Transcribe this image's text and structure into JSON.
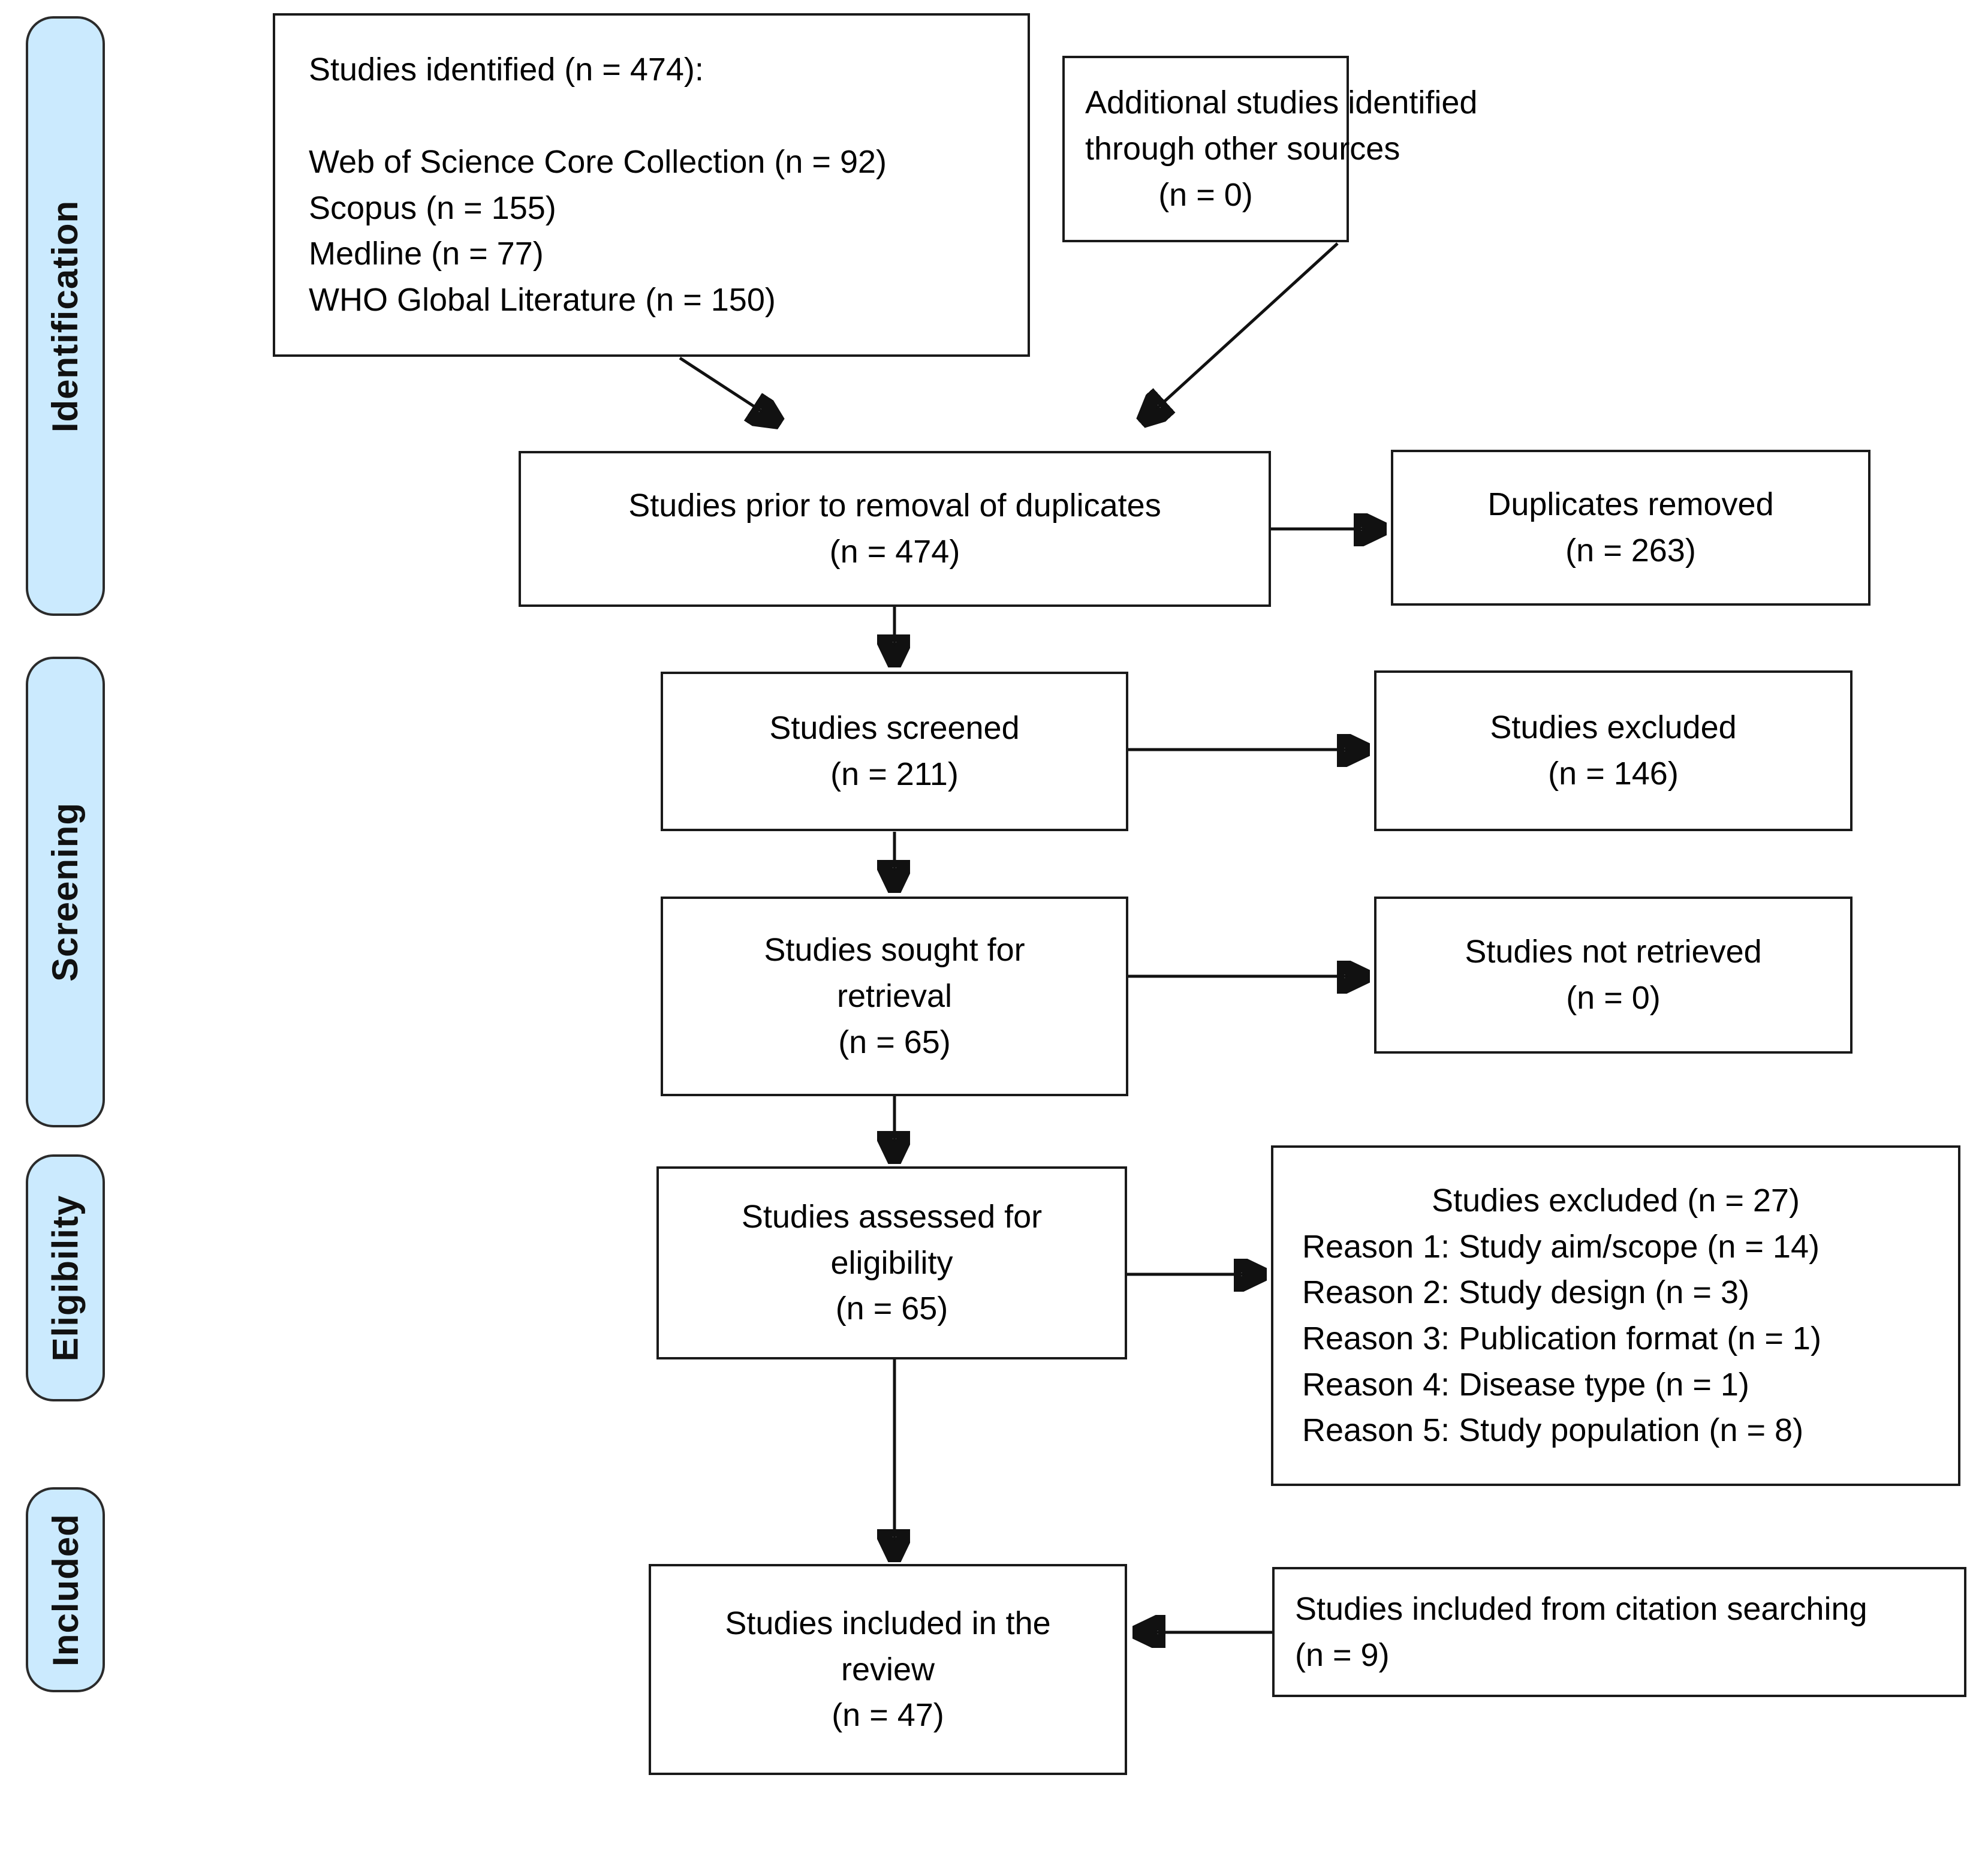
{
  "diagram": {
    "title": "PRISMA flow diagram",
    "accent_color": "#cbeafe",
    "border_color": "#1a1a1a"
  },
  "phases": [
    {
      "id": "identification",
      "label": "Identification"
    },
    {
      "id": "screening",
      "label": "Screening"
    },
    {
      "id": "eligibility",
      "label": "Eligibility"
    },
    {
      "id": "included",
      "label": "Included"
    }
  ],
  "boxes": {
    "identified": {
      "lines": [
        "Studies identified (n = 474):",
        "",
        "Web of Science Core Collection (n = 92)",
        "Scopus (n = 155)",
        "Medline (n = 77)",
        "WHO Global Literature (n = 150)"
      ]
    },
    "additional_sources": {
      "lines": [
        "Additional studies identified",
        "through other sources",
        "(n = 0)"
      ]
    },
    "prior_duplicates": {
      "lines": [
        "Studies prior to removal of duplicates",
        "(n = 474)"
      ]
    },
    "duplicates_removed": {
      "lines": [
        "Duplicates removed",
        "(n = 263)"
      ]
    },
    "screened": {
      "lines": [
        "Studies screened",
        "(n = 211)"
      ]
    },
    "excluded_screening": {
      "lines": [
        "Studies excluded",
        "(n = 146)"
      ]
    },
    "sought_retrieval": {
      "lines": [
        "Studies sought for",
        "retrieval",
        "(n = 65)"
      ]
    },
    "not_retrieved": {
      "lines": [
        "Studies not retrieved",
        "(n = 0)"
      ]
    },
    "assessed_eligibility": {
      "lines": [
        "Studies assessed for",
        "eligibility",
        "(n = 65)"
      ]
    },
    "excluded_eligibility": {
      "heading": "Studies excluded (n = 27)",
      "reasons": [
        "Reason 1: Study aim/scope (n = 14)",
        "Reason 2: Study design (n = 3)",
        "Reason 3: Publication format (n = 1)",
        "Reason 4: Disease type (n = 1)",
        "Reason 5: Study population (n = 8)"
      ]
    },
    "included_review": {
      "lines": [
        "Studies included in the",
        "review",
        "(n = 47)"
      ]
    },
    "citation_searching": {
      "lines": [
        "Studies included from citation searching",
        "(n = 9)"
      ]
    }
  }
}
